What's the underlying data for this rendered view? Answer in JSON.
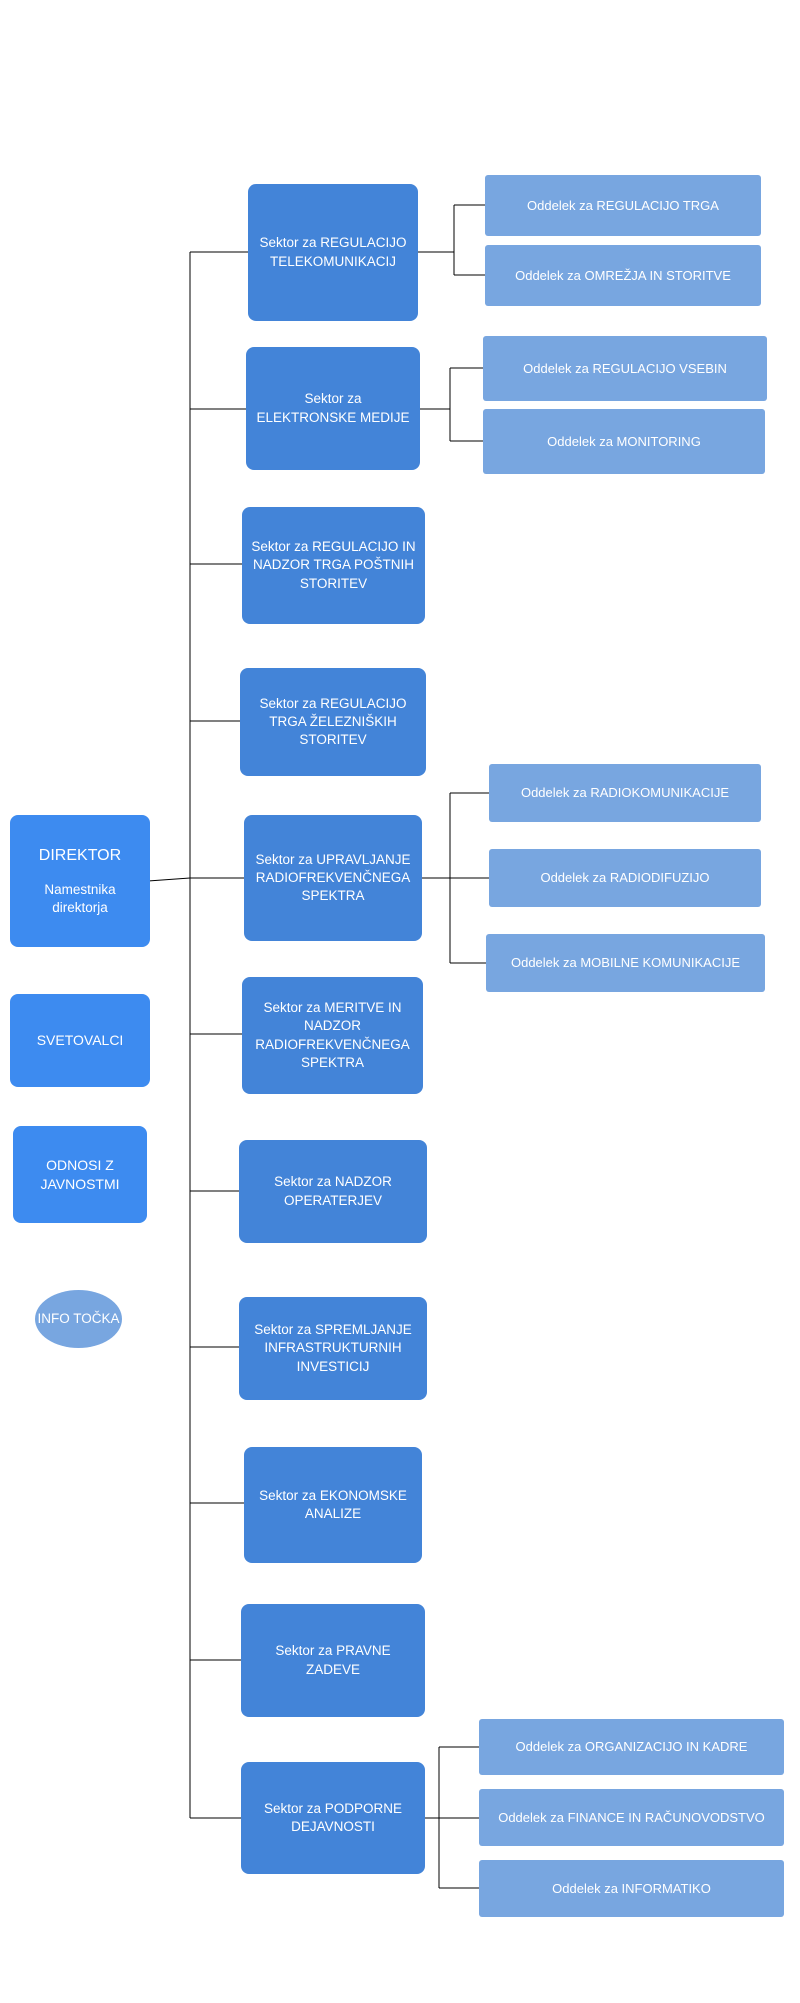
{
  "left": {
    "director_title": "DIREKTOR",
    "director_subtitle": "Namestnika direktorja",
    "advisors": "SVETOVALCI",
    "public_relations": "ODNOSI Z JAVNOSTMI",
    "info_point": "INFO TOČKA"
  },
  "sectors": [
    "Sektor za REGULACIJO TELEKOMUNIKACIJ",
    "Sektor za ELEKTRONSKE MEDIJE",
    "Sektor za REGULACIJO IN NADZOR TRGA POŠTNIH STORITEV",
    "Sektor za REGULACIJO TRGA ŽELEZNIŠKIH STORITEV",
    "Sektor za UPRAVLJANJE RADIOFREKVENČNEGA SPEKTRA",
    "Sektor za MERITVE IN NADZOR RADIOFREKVENČNEGA SPEKTRA",
    "Sektor za NADZOR OPERATERJEV",
    "Sektor za SPREMLJANJE INFRASTRUKTURNIH INVESTICIJ",
    "Sektor za EKONOMSKE ANALIZE",
    "Sektor za PRAVNE ZADEVE",
    "Sektor za PODPORNE DEJAVNOSTI"
  ],
  "departments": [
    "Oddelek za REGULACIJO TRGA",
    "Oddelek za OMREŽJA IN STORITVE",
    "Oddelek za REGULACIJO VSEBIN",
    "Oddelek za MONITORING",
    "Oddelek za RADIOKOMUNIKACIJE",
    "Oddelek za RADIODIFUZIJO",
    "Oddelek za MOBILNE KOMUNIKACIJE",
    "Oddelek za ORGANIZACIJO IN KADRE",
    "Oddelek za FINANCE IN RAČUNOVODSTVO",
    "Oddelek za INFORMATIKO"
  ],
  "colors": {
    "sector": "#4384d8",
    "department": "#78a6e0",
    "side_box": "#3d8bf0",
    "connector": "#000000"
  }
}
